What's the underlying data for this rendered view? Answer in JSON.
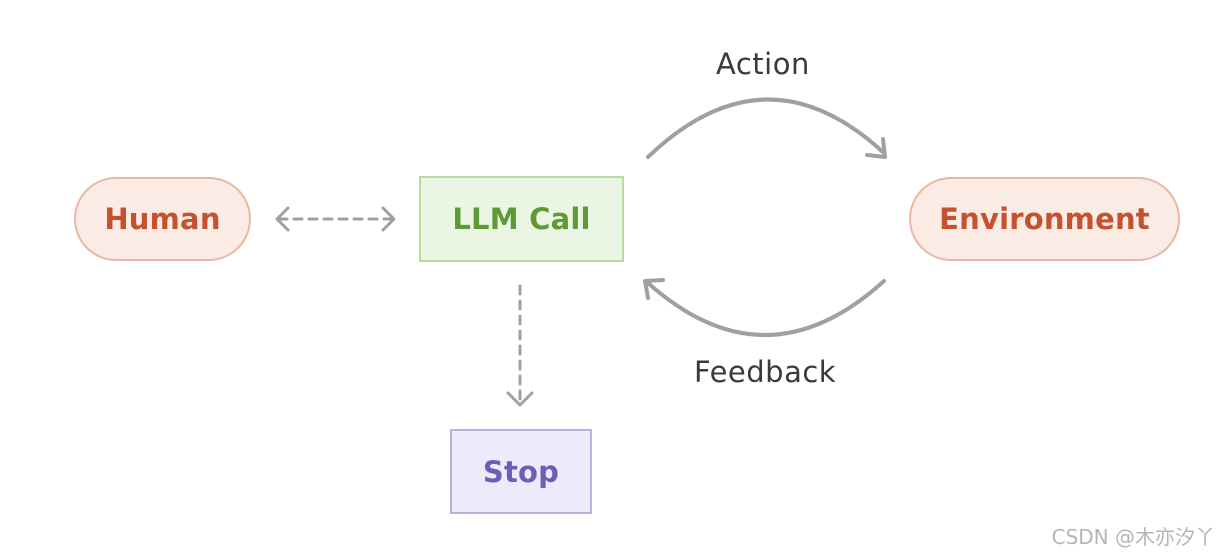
{
  "nodes": {
    "human": "Human",
    "llm_call": "LLM Call",
    "environment": "Environment",
    "stop": "Stop"
  },
  "edges": {
    "action": "Action",
    "feedback": "Feedback"
  },
  "watermark": "CSDN @木亦汐丫",
  "colors": {
    "arrow": "#a0a0a0",
    "human_text": "#c6512e",
    "llm_text": "#5b9a35",
    "stop_text": "#6a5fb7"
  }
}
